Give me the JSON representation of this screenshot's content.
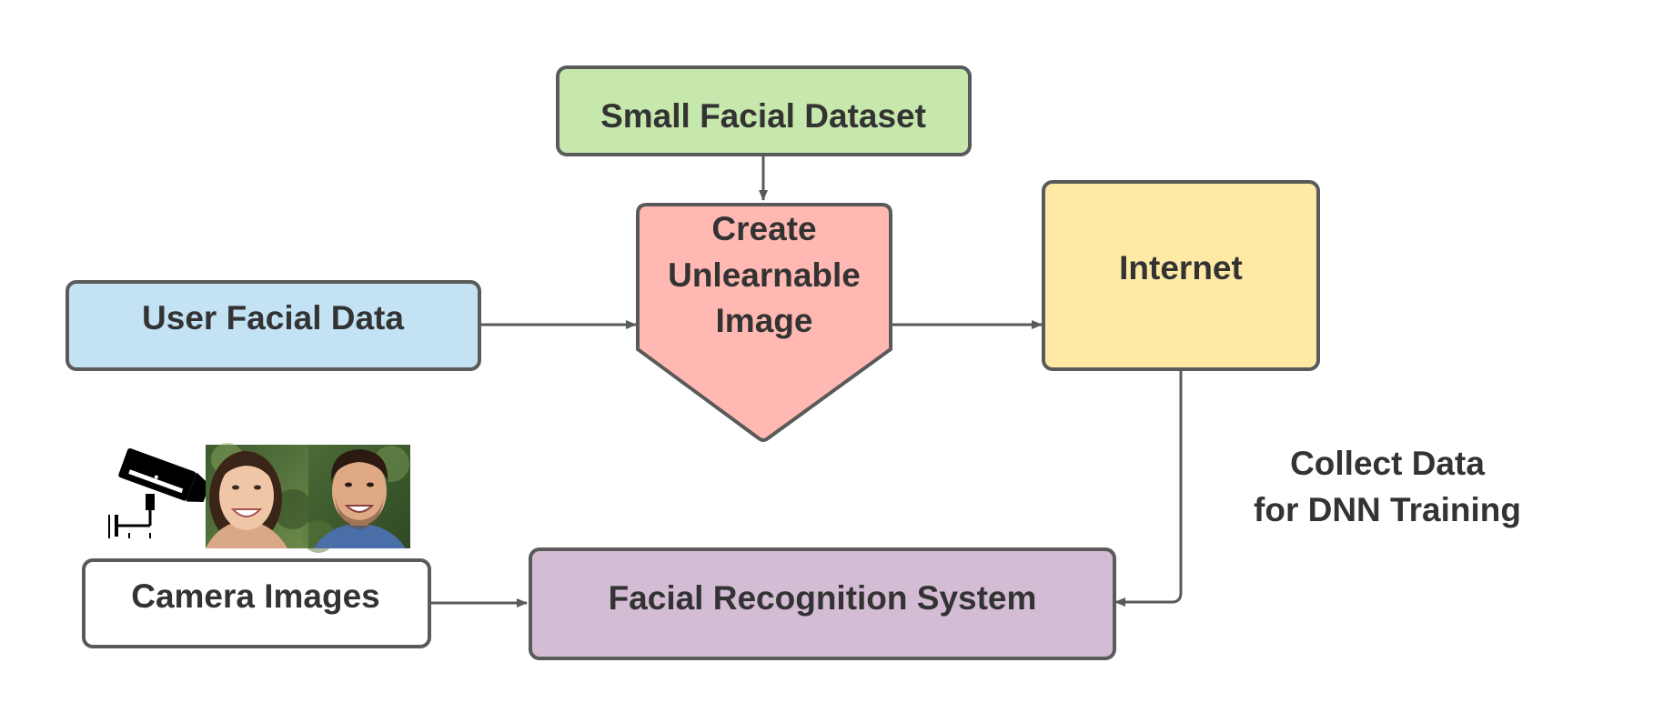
{
  "nodes": {
    "small_dataset": {
      "label": "Small Facial Dataset",
      "fill": "#c6e8ac"
    },
    "user_data": {
      "label": "User Facial Data",
      "fill": "#c3e3f5"
    },
    "create_image": {
      "line1": "Create",
      "line2": "Unlearnable",
      "line3": "Image",
      "fill": "#ffb9b2"
    },
    "internet": {
      "label": "Internet",
      "fill": "#ffeaa5"
    },
    "camera_images": {
      "label": "Camera Images",
      "fill": "#ffffff"
    },
    "recognition_system": {
      "label": "Facial Recognition System",
      "fill": "#d3bcd4"
    }
  },
  "edge_labels": {
    "collect_line1": "Collect Data",
    "collect_line2": "for DNN Training"
  },
  "colors": {
    "stroke": "#5a5a5a",
    "text": "#333333",
    "camera_icon": "#000000"
  },
  "icons": {
    "camera": "security-camera-icon",
    "faces": "face-photos"
  }
}
